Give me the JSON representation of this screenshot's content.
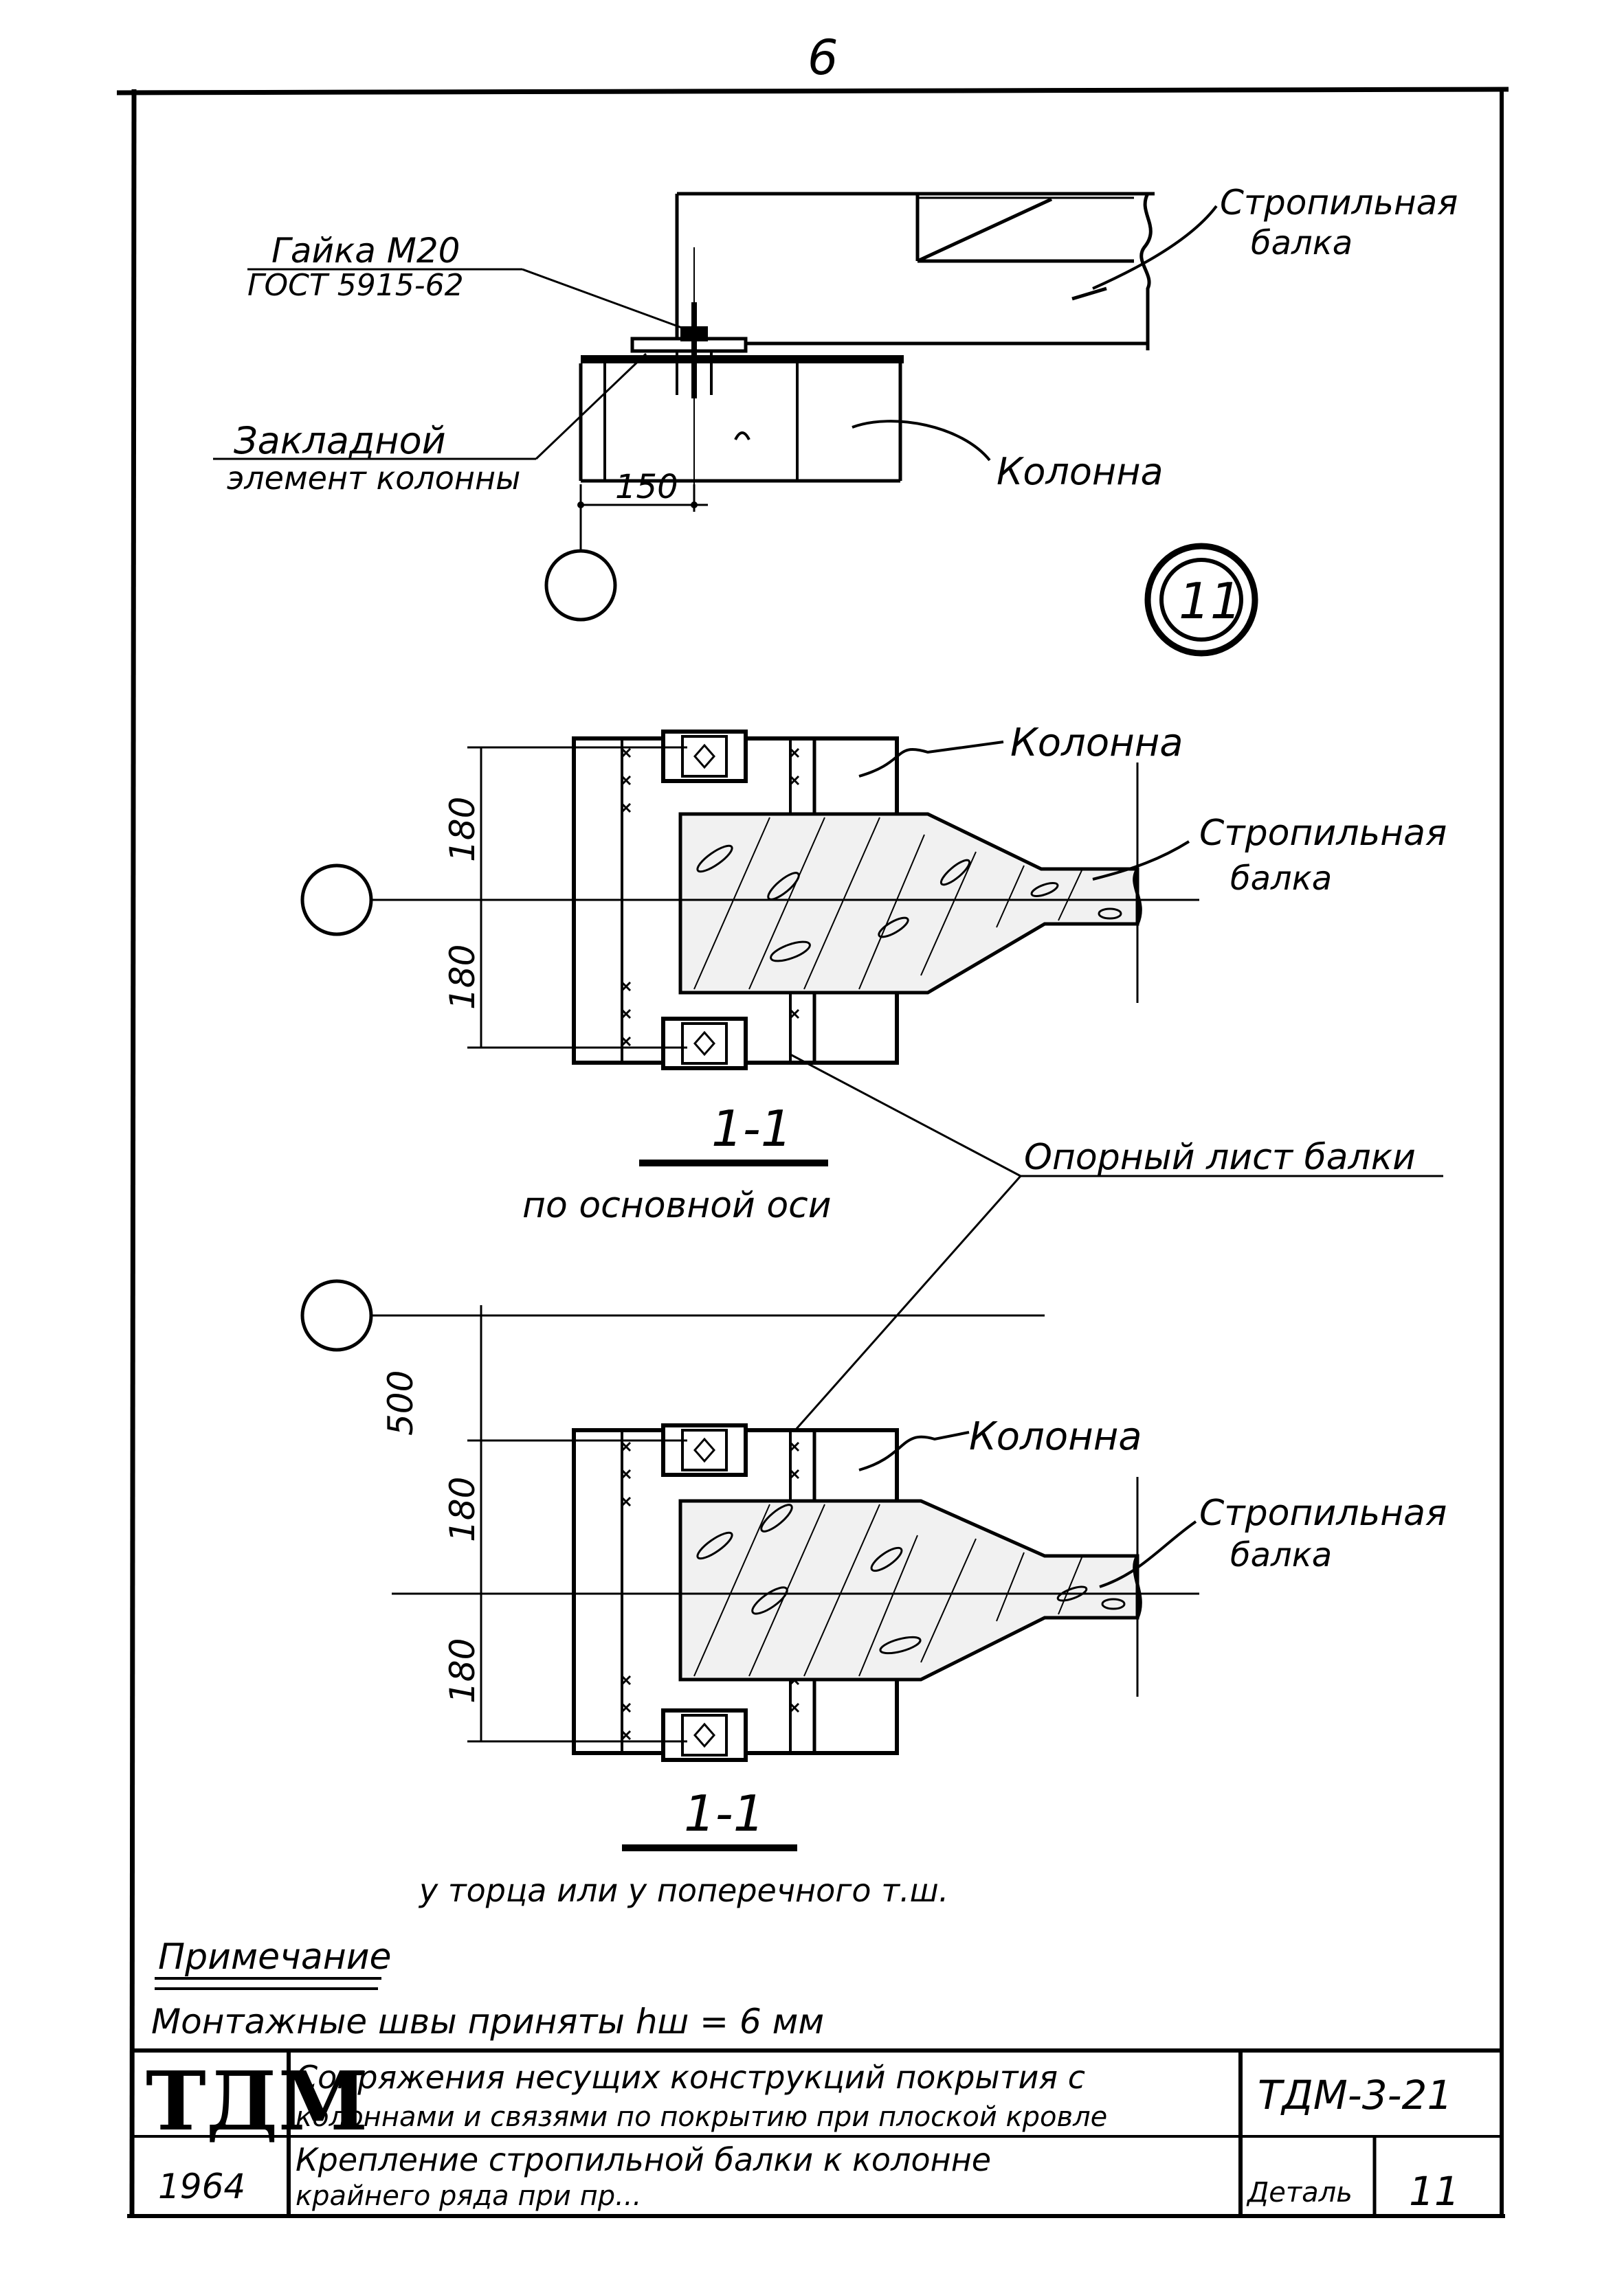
{
  "sheet": {
    "page_number": "6"
  },
  "view_top": {
    "nut_label": "Гайка  М20",
    "nut_standard": "ГОСТ  5915-62",
    "embed_label_1": "Закладной",
    "embed_label_2": "элемент колонны",
    "dimension": "150",
    "column_label": "Колонна",
    "beam_label_1": "Стропильная",
    "beam_label_2": "балка",
    "detail_mark": "11"
  },
  "section_a": {
    "dim_upper": "180",
    "dim_lower": "180",
    "column_label": "Колонна",
    "beam_label_1": "Стропильная",
    "beam_label_2": "балка",
    "title": "1-1",
    "subtitle": "по  основной   оси"
  },
  "support_plate_label": "Опорный  лист  балки",
  "section_b": {
    "dim_total": "500",
    "dim_upper": "180",
    "dim_lower": "180",
    "column_label": "Колонна",
    "beam_label_1": "Стропильная",
    "beam_label_2": "балка",
    "title": "1-1",
    "subtitle": "у торца или у поперечного  т.ш."
  },
  "note": {
    "heading": "Примечание",
    "text": "Монтажные  швы   приняты    hш = 6 мм"
  },
  "title_block": {
    "logo": "ТДМ",
    "year": "1964",
    "title_line_1": "Сопряжения несущих конструкций покрытия с",
    "title_line_2": "колоннами и связями по покрытию при плоской кровле",
    "detail_line_1": "Крепление стропильной балки к колонне",
    "detail_line_2": "крайнего ряда при пр...",
    "code": "ТДМ-3-21",
    "detail_label": "Деталь",
    "detail_number": "11"
  }
}
